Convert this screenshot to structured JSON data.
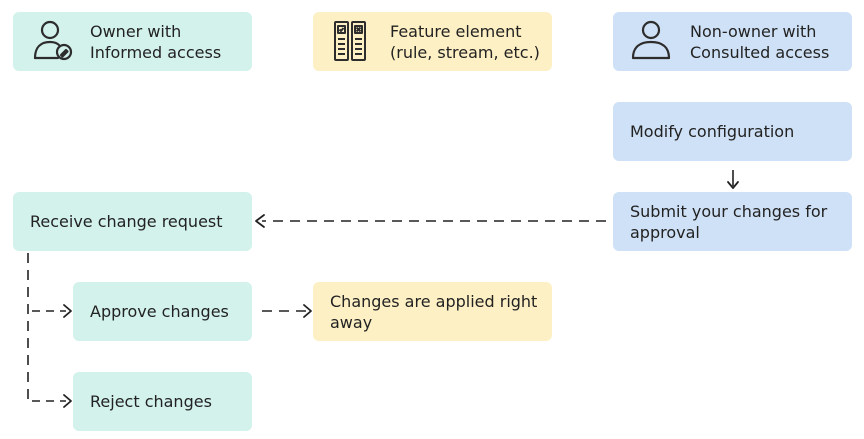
{
  "colors": {
    "owner": "#d3f2ec",
    "feature": "#fdf0c4",
    "nonowner": "#cfe1f6",
    "icon_stroke": "#2d2d2d",
    "connector": "#222222"
  },
  "legend": {
    "owner": {
      "icon": "user-pencil-icon",
      "label": "Owner with\nInformed access"
    },
    "feature": {
      "icon": "feature-element-icon",
      "label": "Feature element\n(rule, stream, etc.)"
    },
    "nonowner": {
      "icon": "user-icon",
      "label": "Non-owner with\nConsulted access"
    }
  },
  "flow": {
    "modify": "Modify configuration",
    "submit": "Submit your changes for\napproval",
    "receive": "Receive change request",
    "approve": "Approve changes",
    "applied": "Changes are applied right\naway",
    "reject": "Reject changes"
  }
}
